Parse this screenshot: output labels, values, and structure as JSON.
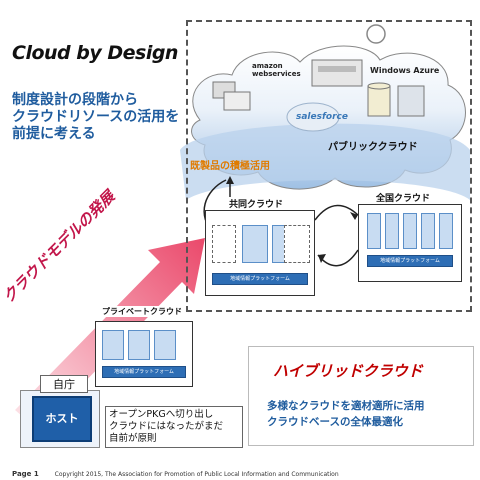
{
  "title": "Cloud by Design",
  "subtitle": [
    "制度設計の段階から",
    "クラウドリソースの活用を",
    "前提に考える"
  ],
  "public_cloud": {
    "label": "パブリッククラウド",
    "vendors": [
      "amazon webservices",
      "salesforce",
      "Windows Azure"
    ]
  },
  "reuse_label": "既製品の積極活用",
  "evolution_label": "クラウドモデルの発展",
  "shared_cloud": {
    "title": "共同クラウド",
    "platform": "地域情報プラットフォーム"
  },
  "national_cloud": {
    "title": "全国クラウド",
    "platform": "地域情報プラットフォーム"
  },
  "private_cloud": {
    "title": "プライベートクラウド",
    "platform": "地域情報プラットフォーム"
  },
  "self_office": {
    "label": "自庁",
    "host": "ホスト"
  },
  "note": [
    "オープンPKGへ切り出し",
    "クラウドにはなったがまだ",
    "自前が原則"
  ],
  "hybrid": {
    "title": "ハイブリッドクラウド",
    "desc": [
      "多様なクラウドを適材適所に活用",
      "クラウドベースの全体最適化"
    ]
  },
  "footer": {
    "page": "Page 1",
    "copyright": "Copyright 2015, The  Association for Promotion of Public Local Information and Communication"
  },
  "colors": {
    "accent_blue": "#1f5c9e",
    "accent_red": "#c00000",
    "arrow_pink": "#f4b6c2",
    "cloud_fill": "#c9dcf0"
  }
}
